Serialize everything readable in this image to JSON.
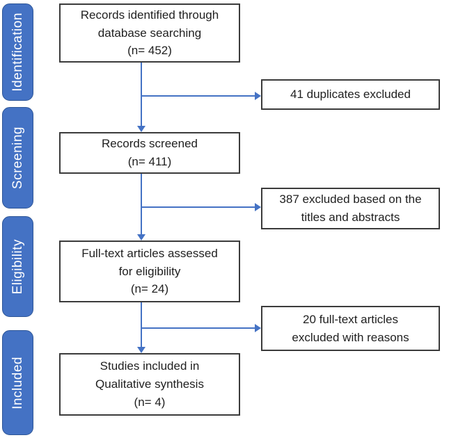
{
  "stages": [
    {
      "label": "Identification"
    },
    {
      "label": "Screening"
    },
    {
      "label": "Eligibility"
    },
    {
      "label": "Included"
    }
  ],
  "main_boxes": [
    {
      "text": "Records identified through\ndatabase searching\n(n= 452)"
    },
    {
      "text": "Records screened\n(n= 411)"
    },
    {
      "text": "Full-text articles assessed\nfor eligibility\n(n= 24)"
    },
    {
      "text": "Studies included in\nQualitative synthesis\n(n= 4)"
    }
  ],
  "side_boxes": [
    {
      "text": "41 duplicates excluded"
    },
    {
      "text": "387 excluded based on the\ntitles and abstracts"
    },
    {
      "text": "20 full-text articles\nexcluded with reasons"
    }
  ],
  "colors": {
    "stage_fill": "#4472C4",
    "stage_border": "#2E5697",
    "stage_text": "#FFFFFF",
    "arrow": "#4472C4",
    "box_border": "#3B3B3B",
    "text": "#1F1F1F"
  }
}
